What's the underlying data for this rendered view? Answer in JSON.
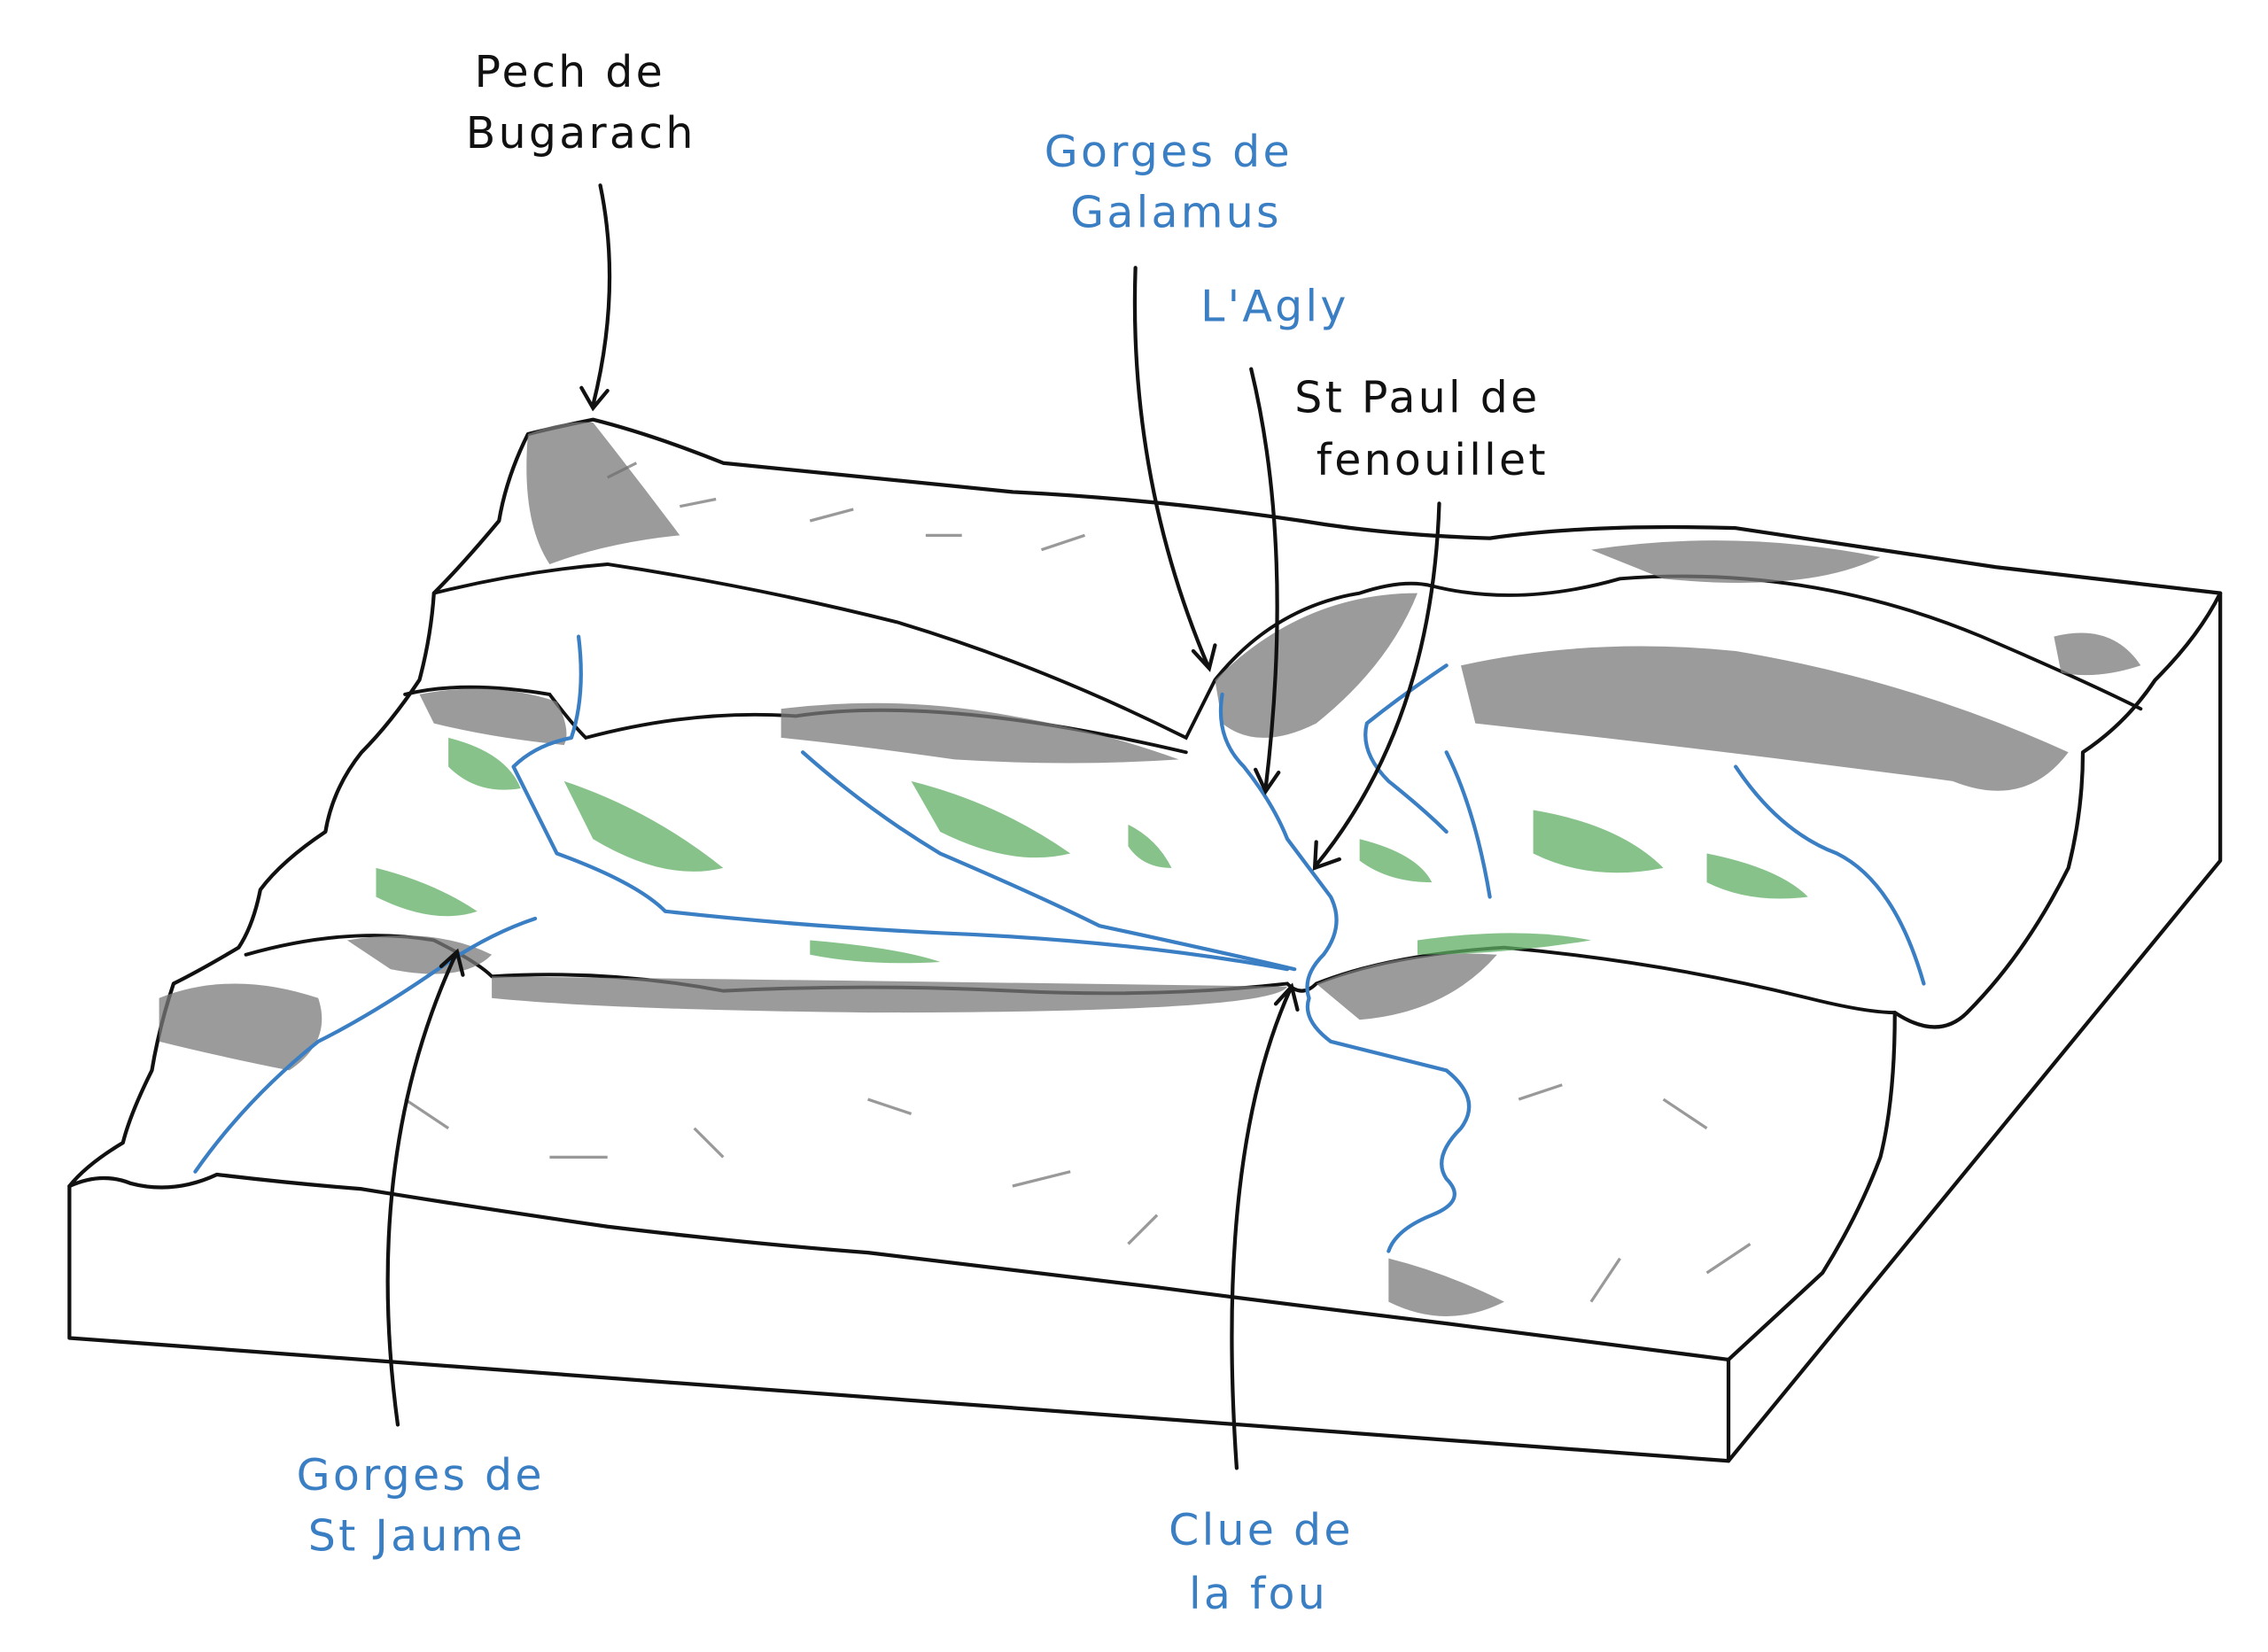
{
  "labels": {
    "pech_de_bugarach": {
      "line1": "Pech de",
      "line2": "Bugarach"
    },
    "gorges_de_galamus": {
      "line1": "Gorges de",
      "line2": "Galamus"
    },
    "agly": {
      "line1": "L'Agly"
    },
    "st_paul_de_fenouillet": {
      "line1": "St Paul de",
      "line2": "fenouillet"
    },
    "gorges_de_st_jaume": {
      "line1": "Gorges de",
      "line2": "St Jaume"
    },
    "clue_de_la_fou": {
      "line1": "Clue de",
      "line2": "la fou"
    }
  },
  "colors": {
    "ink": "#111111",
    "river": "#3a7ec4",
    "vegetation": "#5fae63",
    "relief_shading": "#7a7a7a"
  }
}
